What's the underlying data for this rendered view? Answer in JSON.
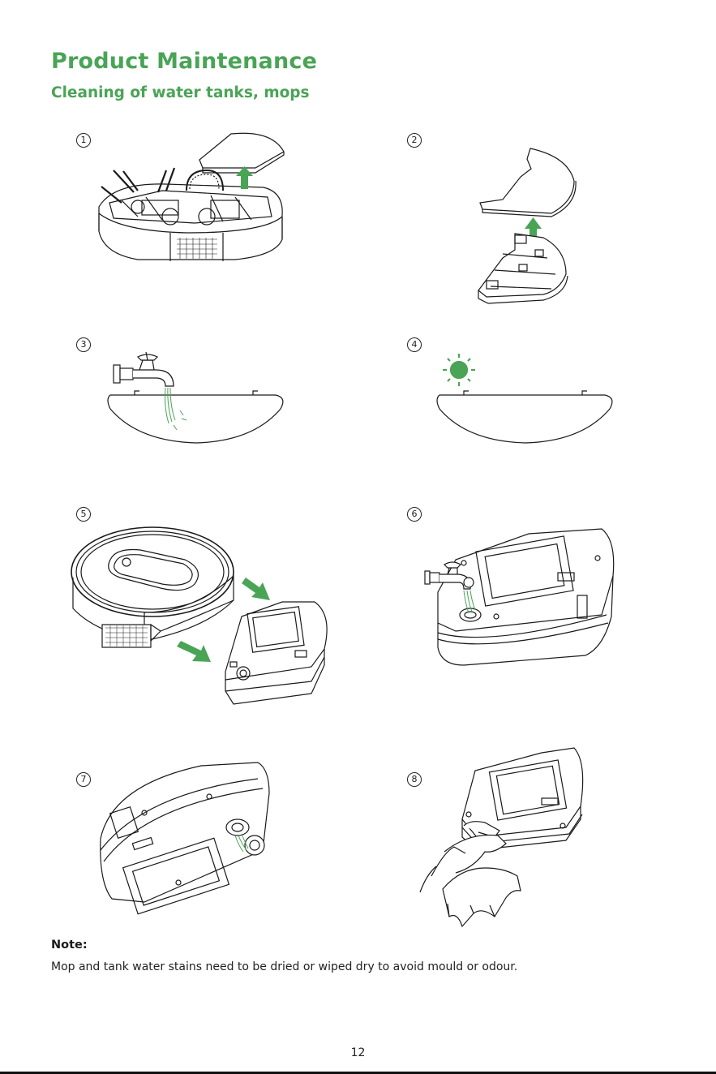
{
  "page": {
    "title": "Product Maintenance",
    "subtitle": "Cleaning of water tanks, mops",
    "accent_color": "#4aa456",
    "page_number": "12"
  },
  "steps": [
    {
      "number": "1",
      "illustration": "remove-mop-plate-from-robot"
    },
    {
      "number": "2",
      "illustration": "separate-mop-from-holder"
    },
    {
      "number": "3",
      "illustration": "rinse-mop-under-tap"
    },
    {
      "number": "4",
      "illustration": "dry-mop-in-sun"
    },
    {
      "number": "5",
      "illustration": "pull-water-tank-from-robot"
    },
    {
      "number": "6",
      "illustration": "fill-tank-from-tap"
    },
    {
      "number": "7",
      "illustration": "rinse-tank-inlet"
    },
    {
      "number": "8",
      "illustration": "wipe-tank-with-cloth"
    }
  ],
  "note": {
    "label": "Note:",
    "text": "Mop and tank water stains need to be dried or wiped dry to avoid mould or odour."
  },
  "colors": {
    "arrow": "#4aa456",
    "line": "#1a1a1a",
    "water": "#4aa456"
  },
  "icons": [
    "up-arrow-icon",
    "diagonal-arrow-icon",
    "tap-icon",
    "sun-icon",
    "cloth-icon",
    "water-stream-icon"
  ]
}
